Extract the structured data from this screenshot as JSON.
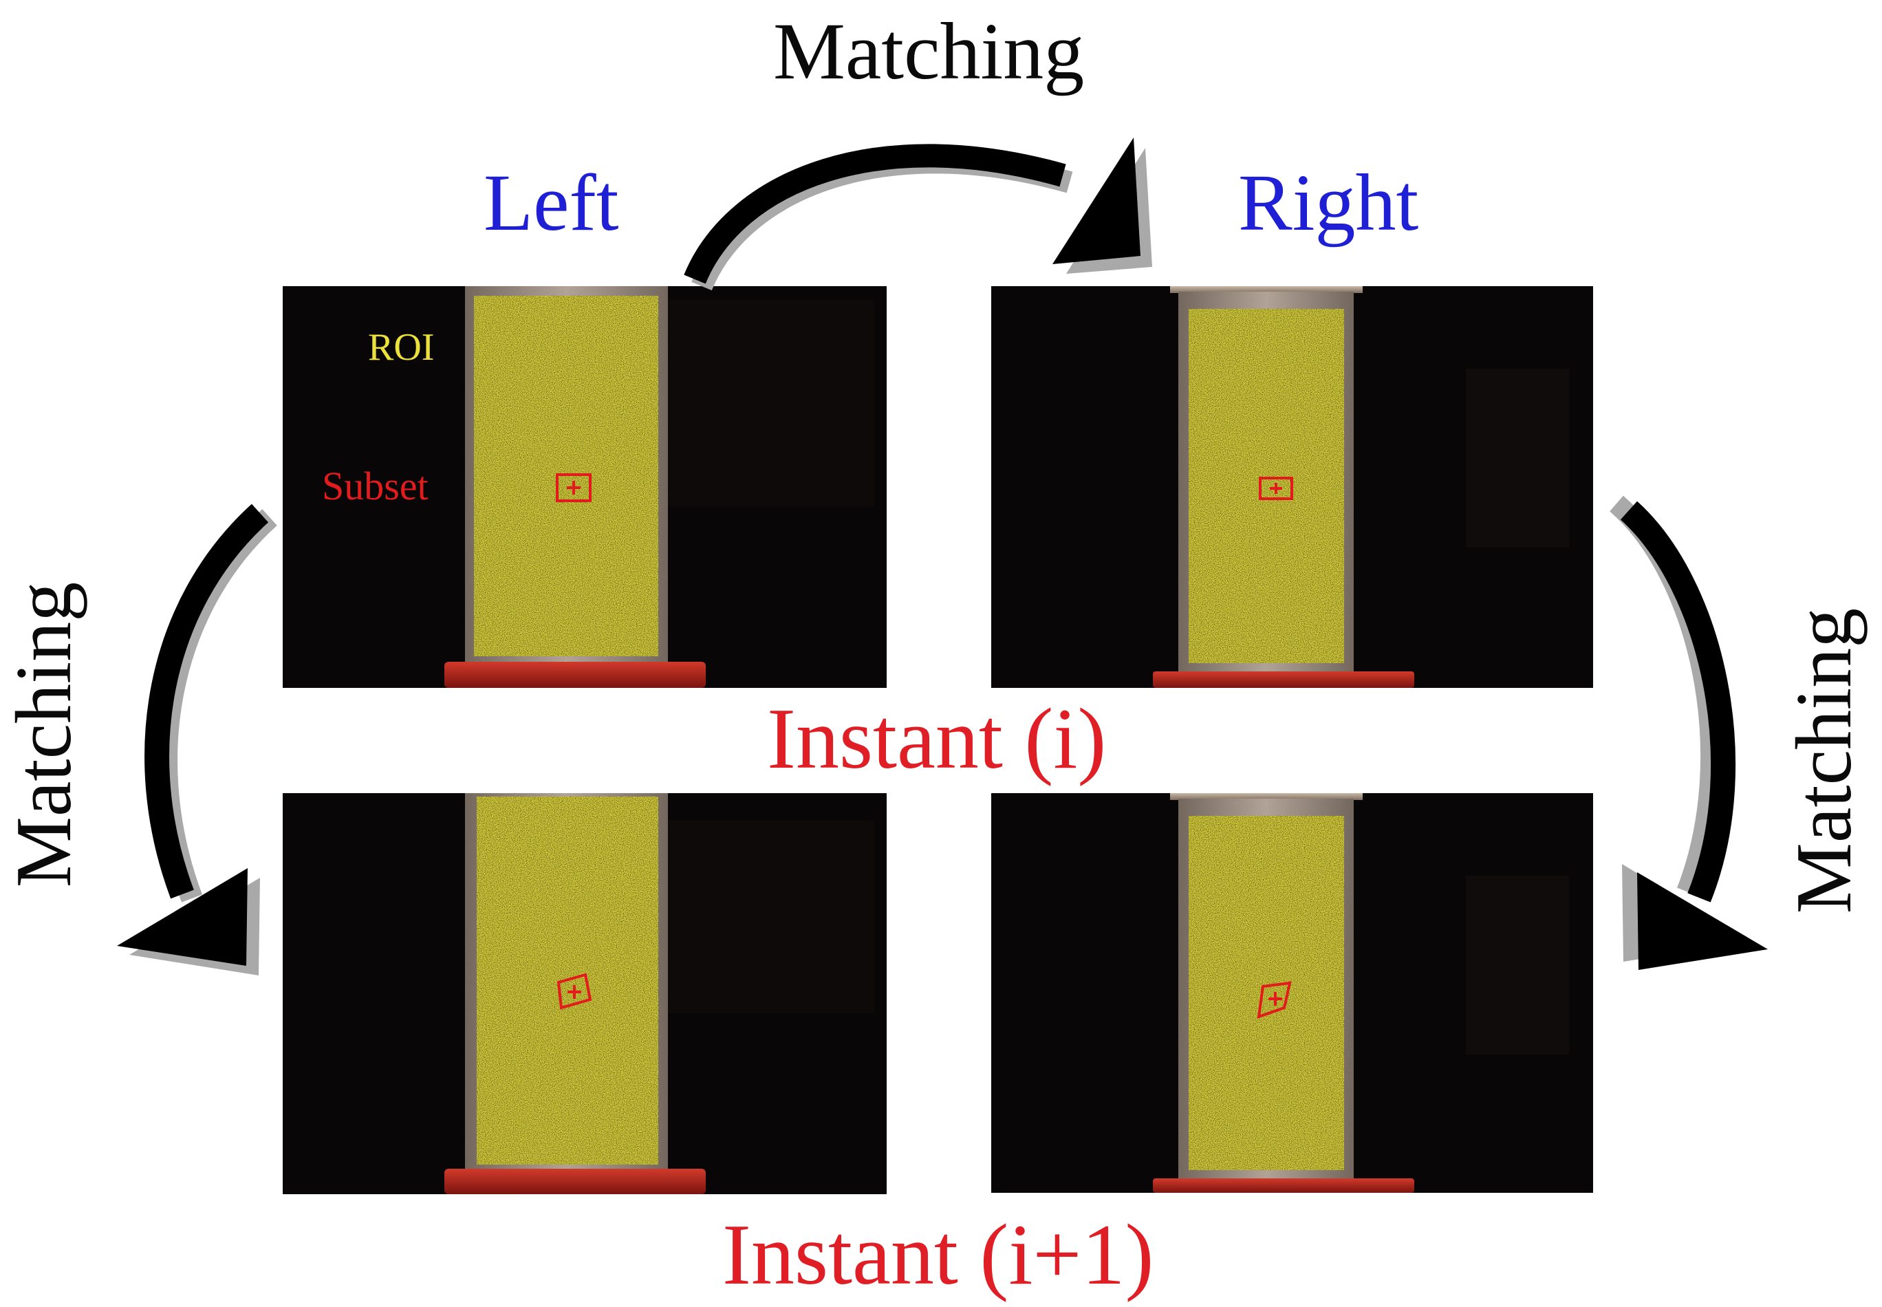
{
  "labels": {
    "matching_top": "Matching",
    "matching_left": "Matching",
    "matching_right": "Matching",
    "left": "Left",
    "right": "Right",
    "instant_i": "Instant (i)",
    "instant_i1": "Instant (i+1)",
    "roi": "ROI",
    "subset": "Subset"
  },
  "colors": {
    "view_label": "#1f1fd6",
    "instant_label": "#e01e25",
    "roi_label": "#ece13a",
    "subset_label": "#e21c1c",
    "matching_text": "#0a0a0a",
    "arrow": "#000000",
    "arrow_shadow": "#a9a9a9",
    "photo_background": "#080606",
    "roi_overlay": "#d8d03c",
    "specimen_frame": "#9c8d80",
    "loading_plate": "#b3241c",
    "subset_box": "#e21c1c"
  },
  "photos": [
    {
      "view": "Left",
      "instant": "i",
      "subset_shape": "square"
    },
    {
      "view": "Right",
      "instant": "i",
      "subset_shape": "square"
    },
    {
      "view": "Left",
      "instant": "i+1",
      "subset_shape": "deformed"
    },
    {
      "view": "Right",
      "instant": "i+1",
      "subset_shape": "deformed"
    }
  ],
  "arrows": [
    {
      "name": "matching-arrow-top",
      "from": "Left",
      "to": "Right"
    },
    {
      "name": "matching-arrow-left",
      "from": "Instant (i)",
      "to": "Instant (i+1)"
    },
    {
      "name": "matching-arrow-right",
      "from": "Instant (i)",
      "to": "Instant (i+1)"
    }
  ]
}
